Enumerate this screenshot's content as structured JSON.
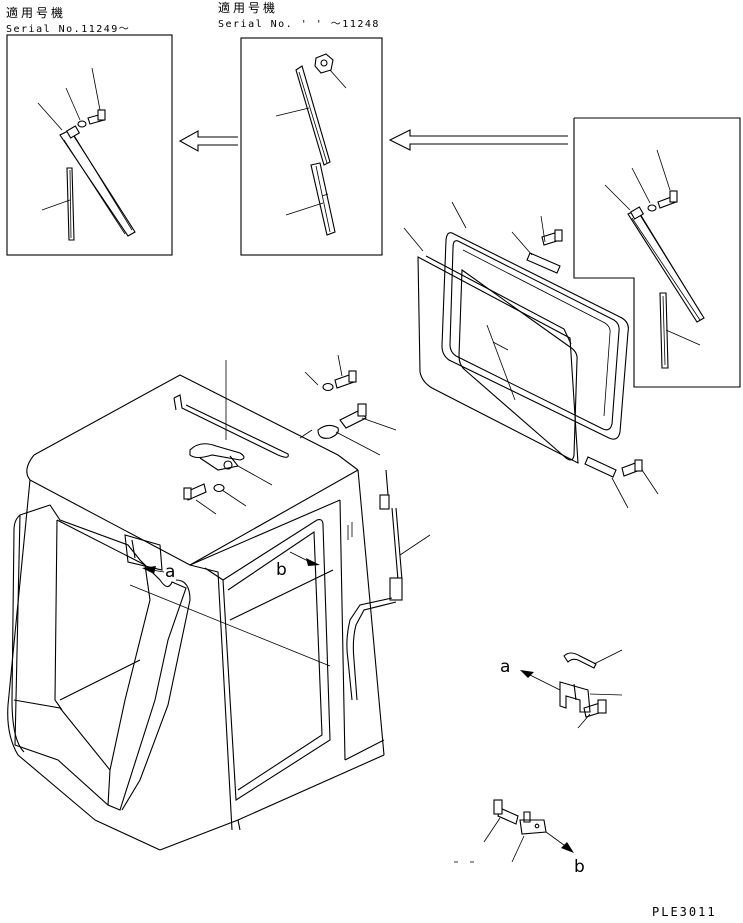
{
  "header": {
    "left": {
      "title": "適用号機",
      "serial": "Serial No.11249～"
    },
    "right": {
      "title": "適用号機",
      "serial": "Serial No. ' ' ～11248"
    }
  },
  "callouts": {
    "a_main": "a",
    "b_main": "b",
    "a_detail": "a",
    "b_detail": "b"
  },
  "figure_code": "PLE3011"
}
